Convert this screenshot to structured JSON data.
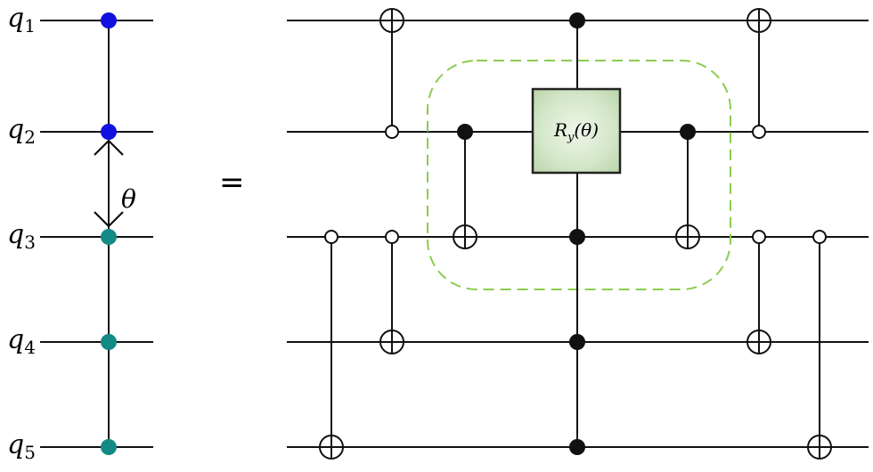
{
  "qubits": [
    {
      "name": "q",
      "index": "1"
    },
    {
      "name": "q",
      "index": "2"
    },
    {
      "name": "q",
      "index": "3"
    },
    {
      "name": "q",
      "index": "4"
    },
    {
      "name": "q",
      "index": "5"
    }
  ],
  "theta_symbol": "θ",
  "equals_symbol": "=",
  "gate": {
    "base": "R",
    "sub": "y",
    "arg": "(θ)"
  },
  "colors": {
    "wire": "#111111",
    "blue_dot": "#1010e0",
    "teal_dot": "#138a85",
    "control": "#111111",
    "dashed_box": "#8ccc4e",
    "gate_fill": "#cfe3c4",
    "gate_stroke": "#222222"
  }
}
